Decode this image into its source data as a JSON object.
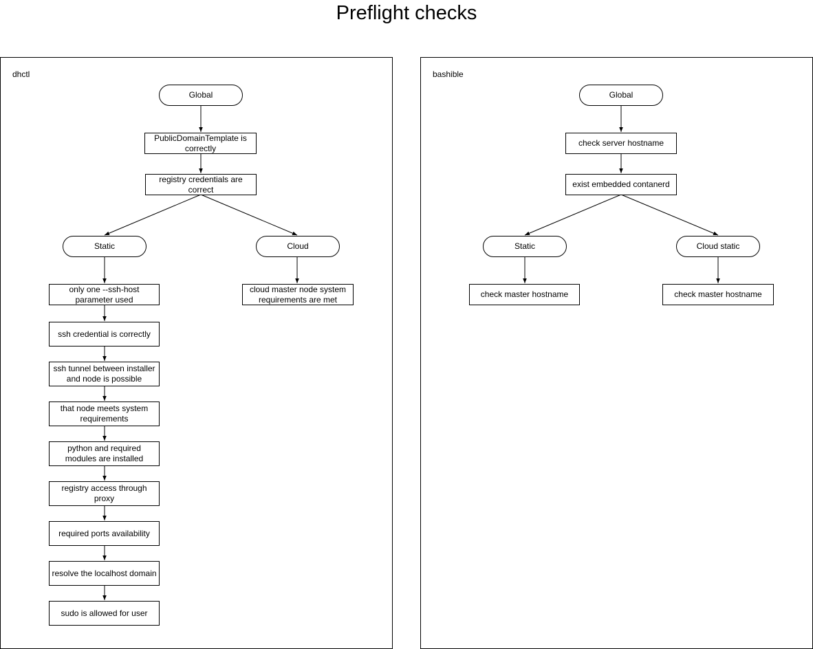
{
  "title": "Preflight checks",
  "panels": {
    "dhctl": {
      "label": "dhctl",
      "nodes": {
        "global": "Global",
        "public_domain": "PublicDomainTemplate is correctly",
        "registry_creds": "registry credentials are correct",
        "static": "Static",
        "cloud": "Cloud",
        "ssh_host": "only one --ssh-host parameter used",
        "ssh_cred": "ssh credential is correctly",
        "ssh_tunnel": "ssh tunnel between installer and node is possible",
        "node_requirements": "that node meets system requirements",
        "python_modules": "python and required modules are installed",
        "registry_proxy": "registry access through proxy",
        "ports": "required ports availability",
        "localhost": "resolve the localhost domain",
        "sudo": "sudo is allowed for user",
        "cloud_master": "cloud master node system requirements are met"
      }
    },
    "bashible": {
      "label": "bashible",
      "nodes": {
        "global": "Global",
        "server_hostname": "check server hostname",
        "containerd": "exist embedded contanerd",
        "static": "Static",
        "cloud_static": "Cloud static",
        "static_master": "check master hostname",
        "cloud_master": "check master hostname"
      }
    }
  }
}
